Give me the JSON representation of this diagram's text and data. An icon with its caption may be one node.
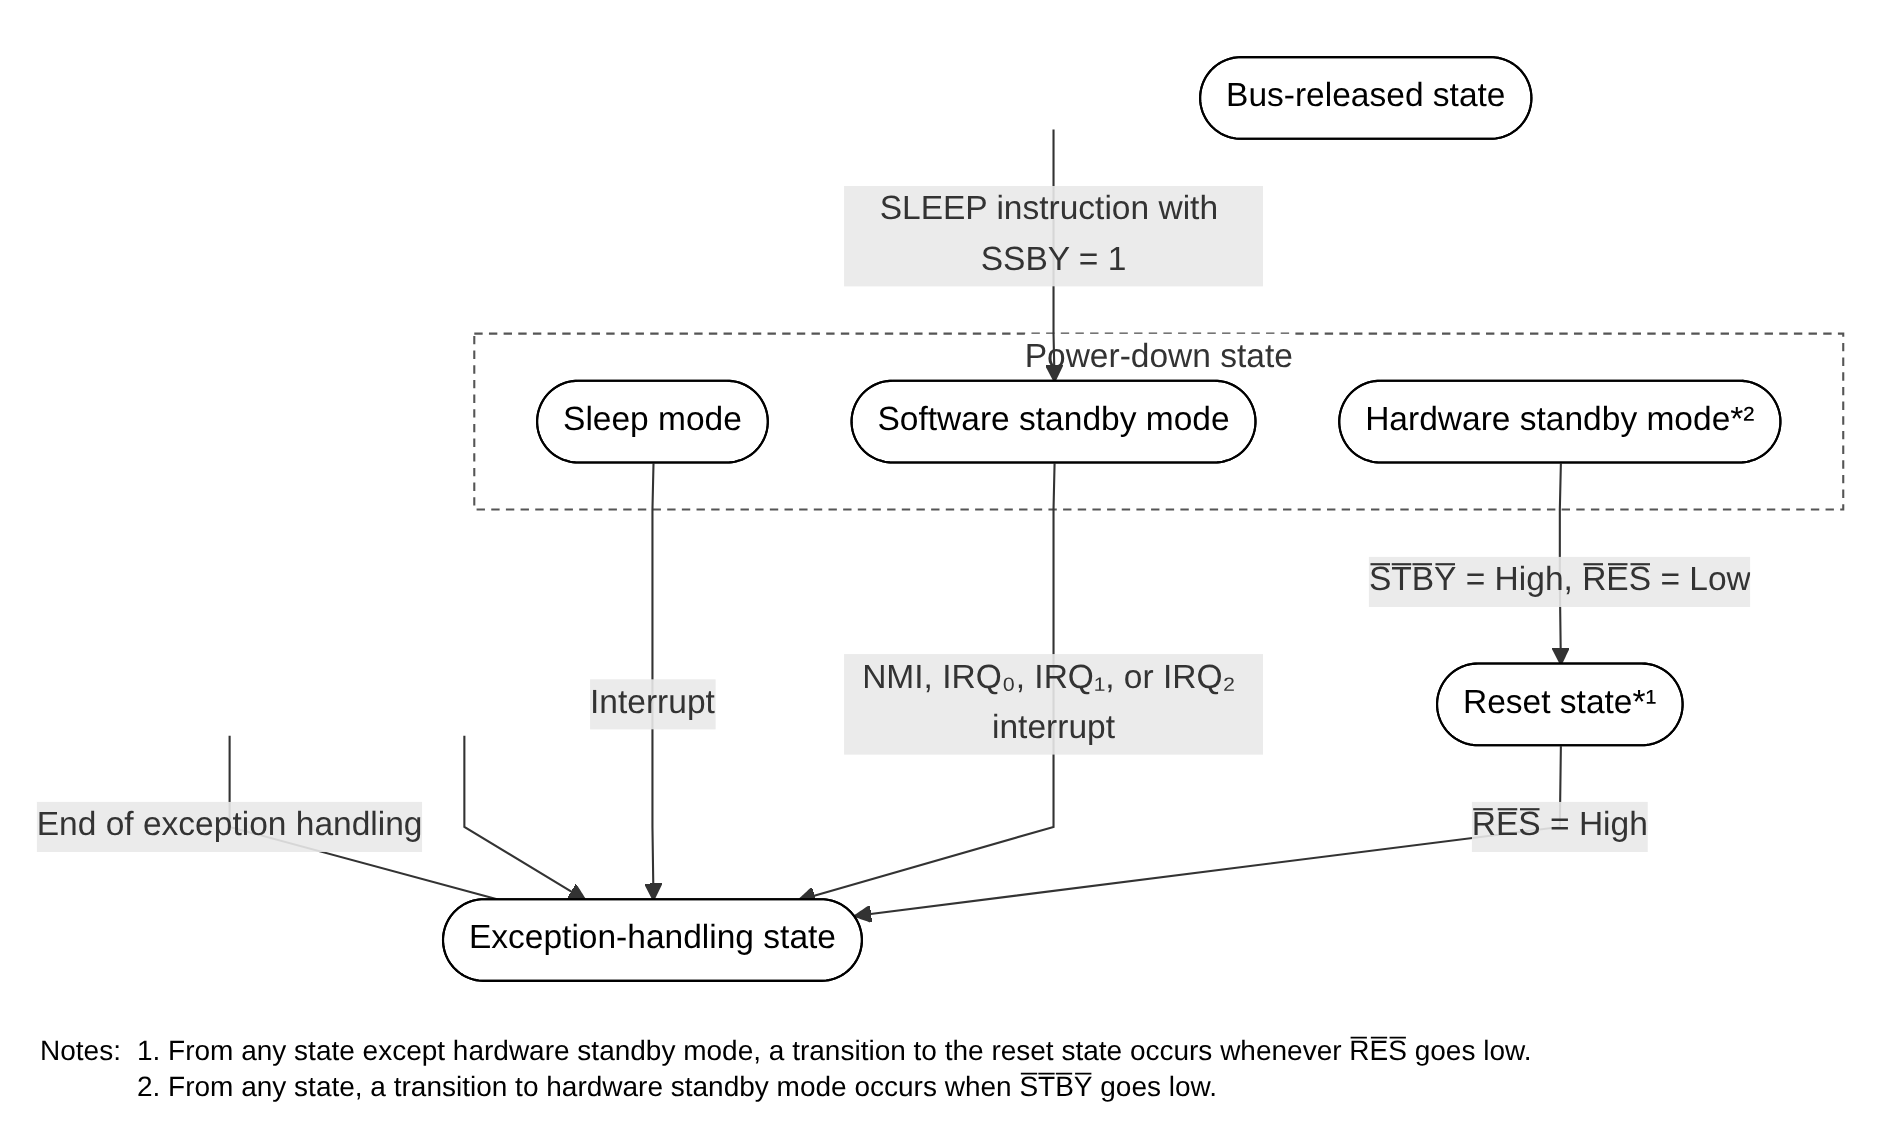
{
  "diagram": {
    "nodes": [
      {
        "text": [
          "Bus-released state"
        ]
      },
      {
        "text": [
          "Power-down state"
        ]
      },
      {
        "text": [
          "Sleep mode"
        ],
        "in": 1
      },
      {
        "text": [
          "Exception-handling state"
        ]
      },
      {
        "text": [
          "Software standby mode"
        ],
        "in": 1
      },
      {
        "text": [
          "Reset state*¹"
        ]
      },
      {
        "text": [
          "Hardware standby mode*²"
        ],
        "in": 1
      }
    ],
    "edges": [
      {
        "from": 3,
        "to": null,
        "arrow": "none",
        "label": "End of exception handling"
      },
      {
        "from": null,
        "to": 3,
        "arrow": "to"
      },
      {
        "from": 2,
        "to": 3,
        "arrow": "to",
        "label": "Interrupt"
      },
      {
        "from": null,
        "to": 4,
        "arrow": "to",
        "label": "SLEEP instruction with SSBY = 1"
      },
      {
        "from": 4,
        "to": 3,
        "arrow": "to",
        "label": "NMI, IRQ₀, IRQ₁, or IRQ₂ interrupt"
      },
      {
        "from": 5,
        "to": 3,
        "arrow": "to",
        "label": "R̅E̅S̅ = High"
      },
      {
        "from": 6,
        "to": 5,
        "arrow": "to",
        "label": "S̅T̅B̅Y̅ = High, R̅E̅S̅ = Low"
      }
    ],
    "labels": [
      "Notes:",
      "1. From any state except hardware standby mode, a transition to the reset state occurs whenever R̅E̅S̅ goes low.",
      "2. From any state, a transition to hardware standby mode occurs when S̅T̅B̅Y̅ goes low."
    ]
  }
}
